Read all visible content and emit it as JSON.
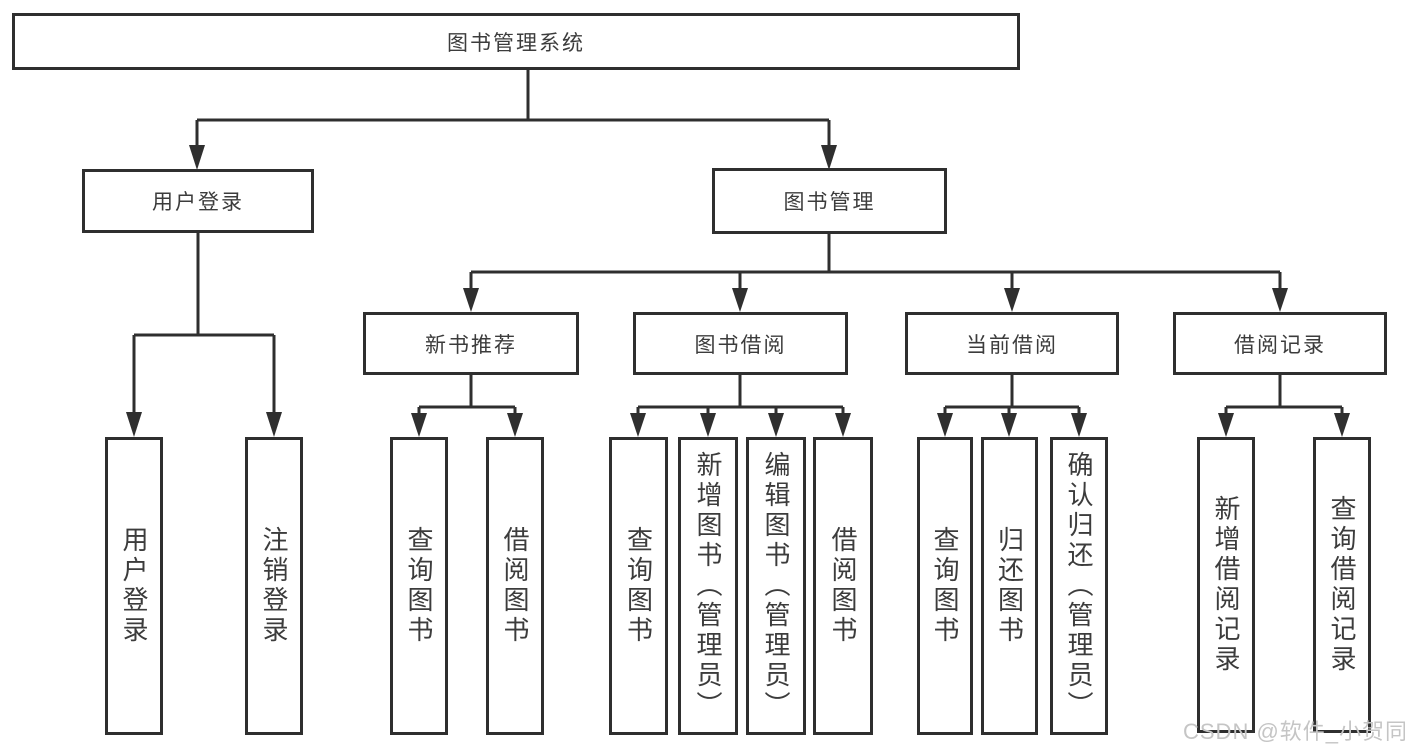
{
  "diagram": {
    "title": "图书管理系统",
    "root": {
      "label": "图书管理系统"
    },
    "level2": [
      {
        "label": "用户登录"
      },
      {
        "label": "图书管理"
      }
    ],
    "level3": [
      {
        "label": "新书推荐"
      },
      {
        "label": "图书借阅"
      },
      {
        "label": "当前借阅"
      },
      {
        "label": "借阅记录"
      }
    ],
    "leaves": [
      {
        "label": "用户登录",
        "parent": "用户登录"
      },
      {
        "label": "注销登录",
        "parent": "用户登录"
      },
      {
        "label": "查询图书",
        "parent": "新书推荐"
      },
      {
        "label": "借阅图书",
        "parent": "新书推荐"
      },
      {
        "label": "查询图书",
        "parent": "图书借阅"
      },
      {
        "label": "新增图书（管理员）",
        "parent": "图书借阅"
      },
      {
        "label": "编辑图书（管理员）",
        "parent": "图书借阅"
      },
      {
        "label": "借阅图书",
        "parent": "图书借阅"
      },
      {
        "label": "查询图书",
        "parent": "当前借阅"
      },
      {
        "label": "归还图书",
        "parent": "当前借阅"
      },
      {
        "label": "确认归还（管理员）",
        "parent": "当前借阅"
      },
      {
        "label": "新增借阅记录",
        "parent": "借阅记录"
      },
      {
        "label": "查询借阅记录",
        "parent": "借阅记录"
      }
    ],
    "watermark": "CSDN @软件_小贺同学",
    "colors": {
      "line": "#2f2f2f",
      "text": "#3c3c3c",
      "watermark": "#c5c5c5",
      "background": "#ffffff"
    }
  }
}
